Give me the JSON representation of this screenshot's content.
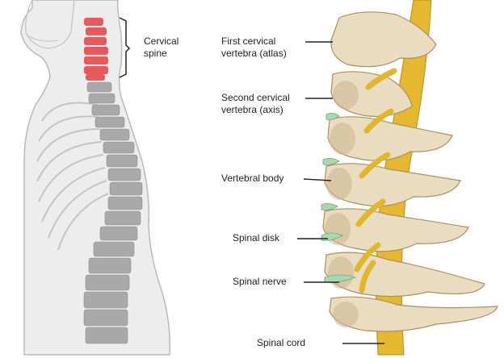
{
  "left_panel": {
    "bracket_label": "Cervical\nspine",
    "colors": {
      "cervical": "#e8595b",
      "vertebra": "#a9a9a9",
      "body_outline": "#b9b9b9",
      "body_fill": "#ededed"
    }
  },
  "right_panel": {
    "labels": [
      {
        "key": "atlas",
        "text": "First cervical\nvertebra (atlas)"
      },
      {
        "key": "axis",
        "text": "Second cervical\nvertebra (axis)"
      },
      {
        "key": "vertebral_body",
        "text": "Vertebral body"
      },
      {
        "key": "spinal_disk",
        "text": "Spinal disk"
      },
      {
        "key": "spinal_nerve",
        "text": "Spinal nerve"
      },
      {
        "key": "spinal_cord",
        "text": "Spinal cord"
      }
    ],
    "colors": {
      "bone": "#e9dcc1",
      "bone_shade": "#cbb58f",
      "nerve": "#e0b62a",
      "disk": "#a9d7b0",
      "cord": "#e5b830"
    }
  }
}
